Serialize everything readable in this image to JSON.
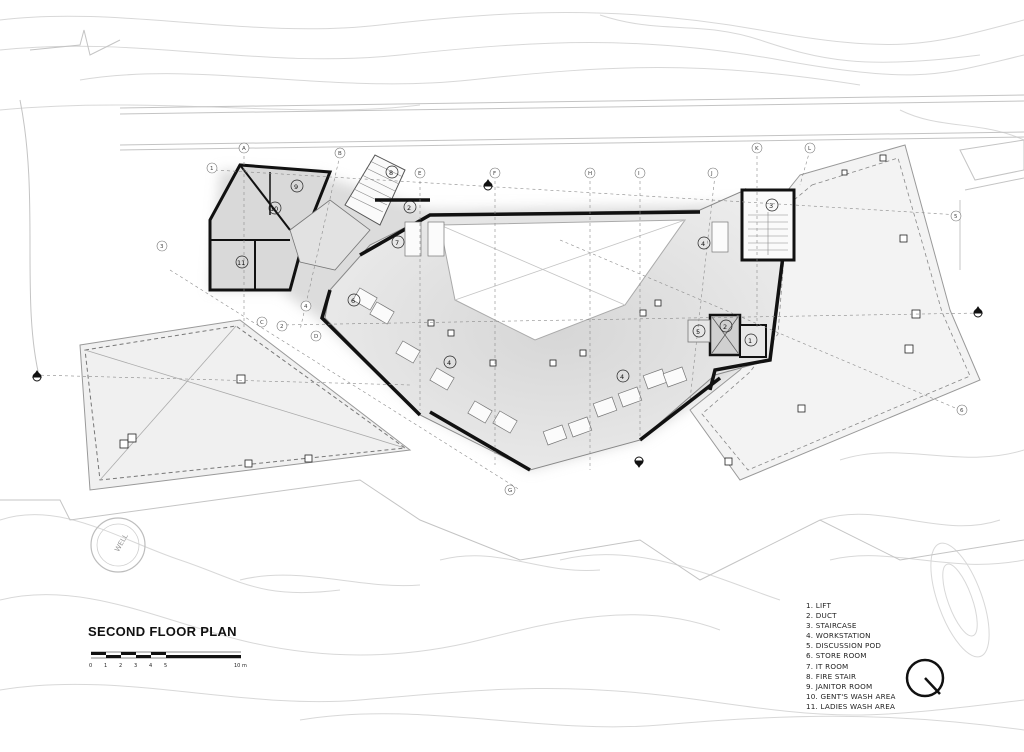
{
  "title": "SECOND FLOOR PLAN",
  "scale_bar": {
    "labels": [
      "0",
      "1",
      "2",
      "3",
      "4",
      "5",
      "10 m"
    ]
  },
  "legend": [
    "1. LIFT",
    "2. DUCT",
    "3. STAIRCASE",
    "4. WORKSTATION",
    "5. DISCUSSION POD",
    "6. STORE ROOM",
    "7. IT ROOM",
    "8. FIRE STAIR",
    "9. JANITOR ROOM",
    "10. GENT'S WASH AREA",
    "11. LADIES WASH AREA"
  ],
  "site_label": "WELL",
  "grid_labels": [
    "A",
    "B",
    "C",
    "D",
    "E",
    "F",
    "G",
    "H",
    "I",
    "J",
    "K",
    "L"
  ],
  "grid_numbers": [
    "1",
    "2",
    "3",
    "4",
    "5",
    "6"
  ],
  "room_tags": {
    "lift": "1",
    "duct_a": "2",
    "duct_b": "2",
    "staircase": "3",
    "workstation_a": "4",
    "workstation_b": "4",
    "workstation_c": "4",
    "discussion_pod": "5",
    "store_room": "6",
    "it_room": "7",
    "fire_stair": "8",
    "janitor_room": "9",
    "gents_wash": "10",
    "ladies_wash": "11"
  }
}
